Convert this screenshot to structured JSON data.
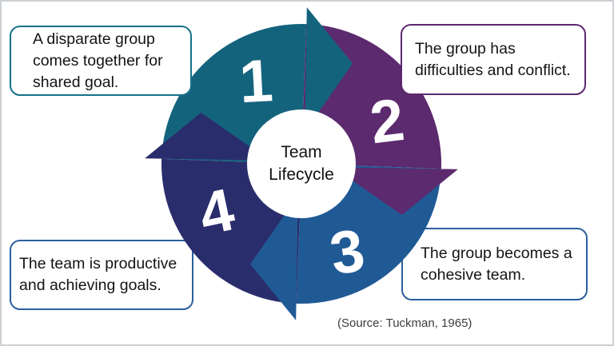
{
  "slide": {
    "center_title_lines": [
      "Team",
      "Lifecycle"
    ],
    "source_note": "(Source: Tuckman, 1965)",
    "number_color": "#ffffff",
    "stages": [
      {
        "number": "1",
        "color": "#14637D",
        "border_color": "#17708A",
        "lines": [
          "A disparate group",
          "comes together for",
          "shared goal."
        ]
      },
      {
        "number": "2",
        "color": "#5C2A6E",
        "border_color": "#5C2870",
        "lines": [
          "The group has",
          "difficulties and conflict."
        ]
      },
      {
        "number": "3",
        "color": "#205A95",
        "border_color": "#2A5F9E",
        "lines": [
          "The group becomes a",
          "cohesive team."
        ]
      },
      {
        "number": "4",
        "color": "#2A2D6C",
        "border_color": "#2A5F9E",
        "lines": [
          "The team is productive",
          "and achieving goals."
        ]
      }
    ]
  }
}
